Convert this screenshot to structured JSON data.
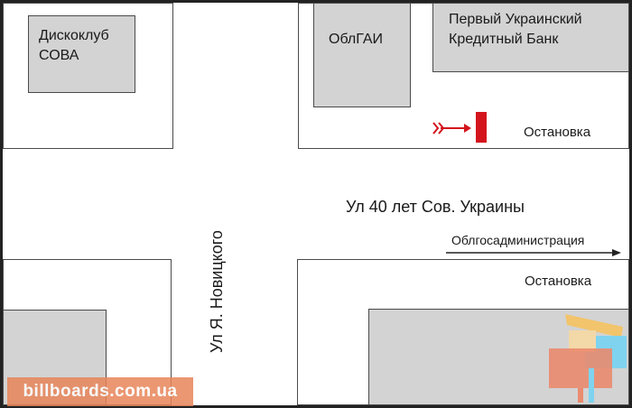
{
  "buildings": {
    "disco": {
      "line1": "Дискоклуб",
      "line2": "СОВА"
    },
    "oblgai": "ОблГАИ",
    "bank": {
      "line1": "Первый Украинский",
      "line2": "Кредитный Банк"
    }
  },
  "streets": {
    "horizontal": "Ул 40 лет Сов. Украины",
    "vertical": "Ул Я. Новицкого"
  },
  "stops": {
    "top": "Остановка",
    "bottom": "Остановка"
  },
  "direction": {
    "label": "Облгосадминистрация"
  },
  "watermark": "billboards.com.ua",
  "colors": {
    "marker": "#d4141c",
    "building_fill": "#d3d3d3",
    "watermark_bg": "#e8855a"
  }
}
